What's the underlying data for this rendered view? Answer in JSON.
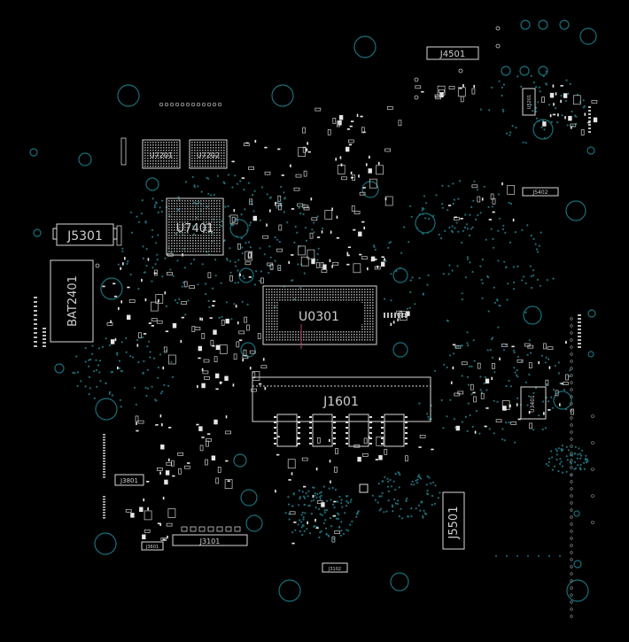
{
  "labels": {
    "j4501": "J4501",
    "u7201": "U7201",
    "u7202": "U7202",
    "u7401": "U7401",
    "j5301": "J5301",
    "bat2401": "BAT2401",
    "u0301": "U0301",
    "j1601": "J1601",
    "j5501": "J5501",
    "j3101": "J3101",
    "j5402": "J5402",
    "u3401": "U3401",
    "j3801": "J3801",
    "j3601": "J3601",
    "u5201": "U5201",
    "j3102": "J3102"
  },
  "colors": {
    "background": "#000000",
    "outline": "#d8d8d8",
    "via": "#1e6e78",
    "hole": "#1a6f7a",
    "pad": "#e6e6e6"
  }
}
